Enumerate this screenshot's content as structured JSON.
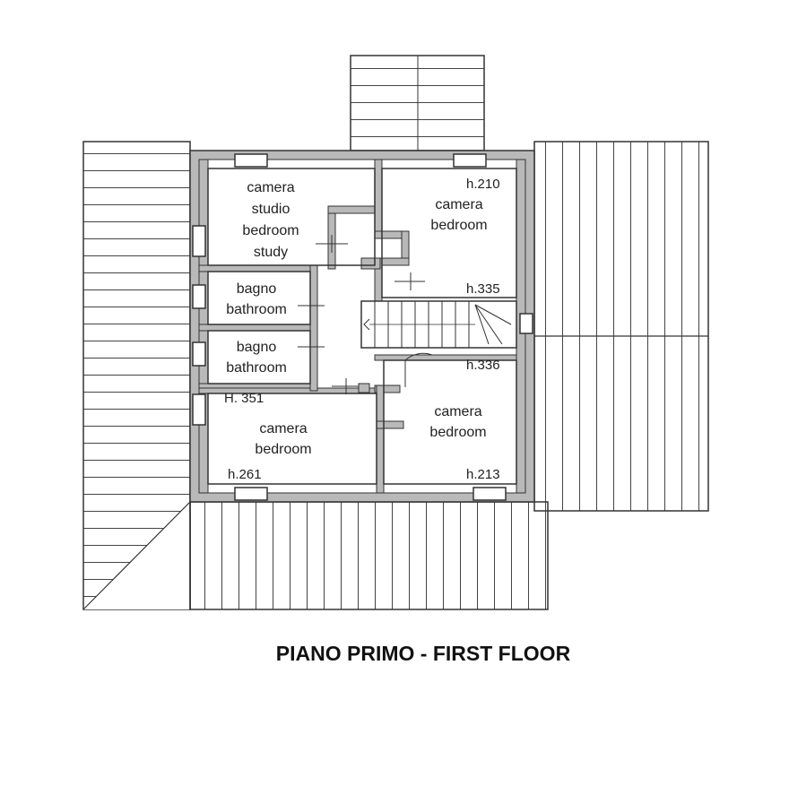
{
  "title": "PIANO PRIMO - FIRST FLOOR",
  "rooms": {
    "study": {
      "line1": "camera",
      "line2": "studio",
      "line3": "bedroom",
      "line4": "study"
    },
    "bedroom_ne": {
      "line1": "camera",
      "line2": "bedroom",
      "height_top": "h.210",
      "height_bottom": "h.335"
    },
    "bath1": {
      "line1": "bagno",
      "line2": "bathroom"
    },
    "bath2": {
      "line1": "bagno",
      "line2": "bathroom"
    },
    "bedroom_sw": {
      "line1": "camera",
      "line2": "bedroom",
      "height_top": "H. 351",
      "height_bottom": "h.261"
    },
    "bedroom_se": {
      "line1": "camera",
      "line2": "bedroom",
      "height_top": "h.336",
      "height_bottom": "h.213"
    }
  },
  "colors": {
    "wall": "#b9b9b9",
    "line": "#333333",
    "paper": "#ffffff"
  }
}
